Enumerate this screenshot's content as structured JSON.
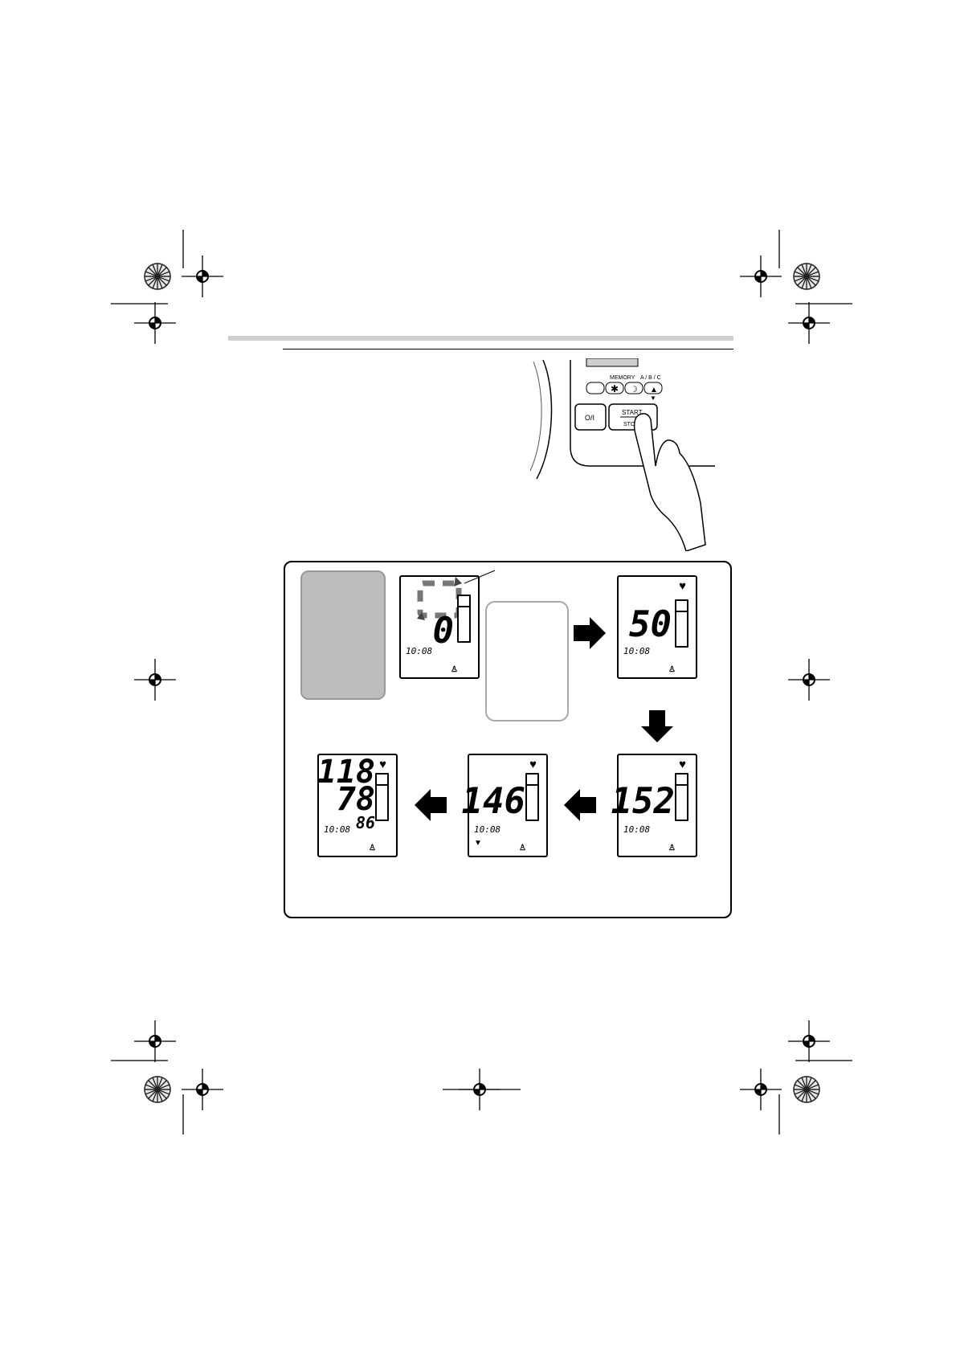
{
  "device": {
    "memory_label": "MEMORY",
    "abc_label": "A / B / C",
    "power_label": "O/I",
    "start_label": "START",
    "stop_label": "STOP"
  },
  "displays": [
    {
      "id": "initial",
      "main": "0",
      "time": "10:08",
      "user_icon": "user-a-icon"
    },
    {
      "id": "inflate",
      "main": "50",
      "time": "10:08",
      "user_icon": "user-a-icon"
    },
    {
      "id": "deflate-152",
      "main": "152",
      "time": "10:08",
      "user_icon": "user-a-icon"
    },
    {
      "id": "deflate-146",
      "main": "146",
      "time": "10:08",
      "user_icon": "user-a-icon"
    },
    {
      "id": "result",
      "systolic": "118",
      "diastolic": "78",
      "pulse": "86",
      "time": "10:08",
      "user_icon": "user-a-icon"
    }
  ],
  "icons": [
    "registration-mark-icon",
    "starburst-mark-icon",
    "heart-icon",
    "arrow-right-icon",
    "arrow-down-icon",
    "arrow-left-icon",
    "hand-icon"
  ]
}
